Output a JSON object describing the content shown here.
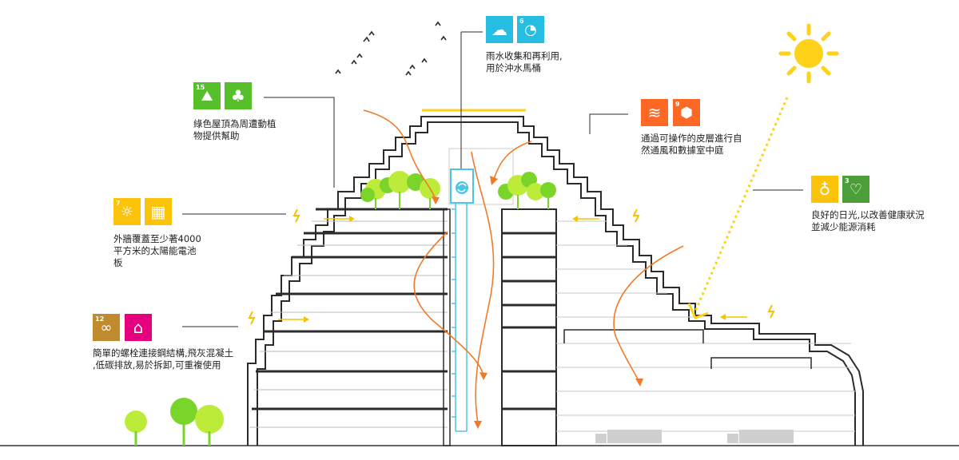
{
  "captions": {
    "rain": "雨水收集和再利用,\n用於沖水馬桶",
    "green_roof": "綠色屋頂為周遭動植\n物提供幫助",
    "ventilation": "通過可操作的皮層進行自\n然通風和數據室中庭",
    "solar": "外牆覆蓋至少著4000\n平方米的太陽能電池\n板",
    "daylight": "良好的日光,以改善健康狀況\n並減少能源消耗",
    "structure": "簡單的螺栓連接鋼結構,飛灰混凝土\n,低碳排放,易於拆卸,可重複使用"
  },
  "sdg_badges": {
    "goal6": {
      "number": "6",
      "color": "#26BDE2",
      "icon": "water-drop-icon"
    },
    "goal15": {
      "number": "15",
      "color": "#56C02B",
      "icon": "tree-icon"
    },
    "goal9": {
      "number": "9",
      "color": "#FD6925",
      "icon": "cubes-icon"
    },
    "goal7": {
      "number": "7",
      "color": "#FCC30B",
      "icon": "sun-icon"
    },
    "goal3": {
      "number": "3",
      "color": "#4C9F38",
      "icon": "heartbeat-icon"
    },
    "goal12": {
      "number": "12",
      "color": "#BF8B2E",
      "icon": "infinity-icon"
    }
  },
  "feature_icons": {
    "rain": {
      "icon": "rain-cloud-icon",
      "color": "#26BDE2"
    },
    "green": {
      "icon": "tree-icon",
      "color": "#56C02B"
    },
    "wind": {
      "icon": "wind-icon",
      "color": "#FD6925"
    },
    "solar": {
      "icon": "solar-panel-icon",
      "color": "#FCC30B"
    },
    "light": {
      "icon": "light-bulb-icon",
      "color": "#FCC30B"
    },
    "house": {
      "icon": "house-icon",
      "color": "#E5007E"
    }
  },
  "colors": {
    "structure": "#2b2b2b",
    "airflow": "#F07A2A",
    "sun": "#FFD21A",
    "energy": "#F5C400",
    "water": "#4CC6E6",
    "tree_light": "#BDEB3A",
    "tree_dark": "#7AD52A"
  }
}
